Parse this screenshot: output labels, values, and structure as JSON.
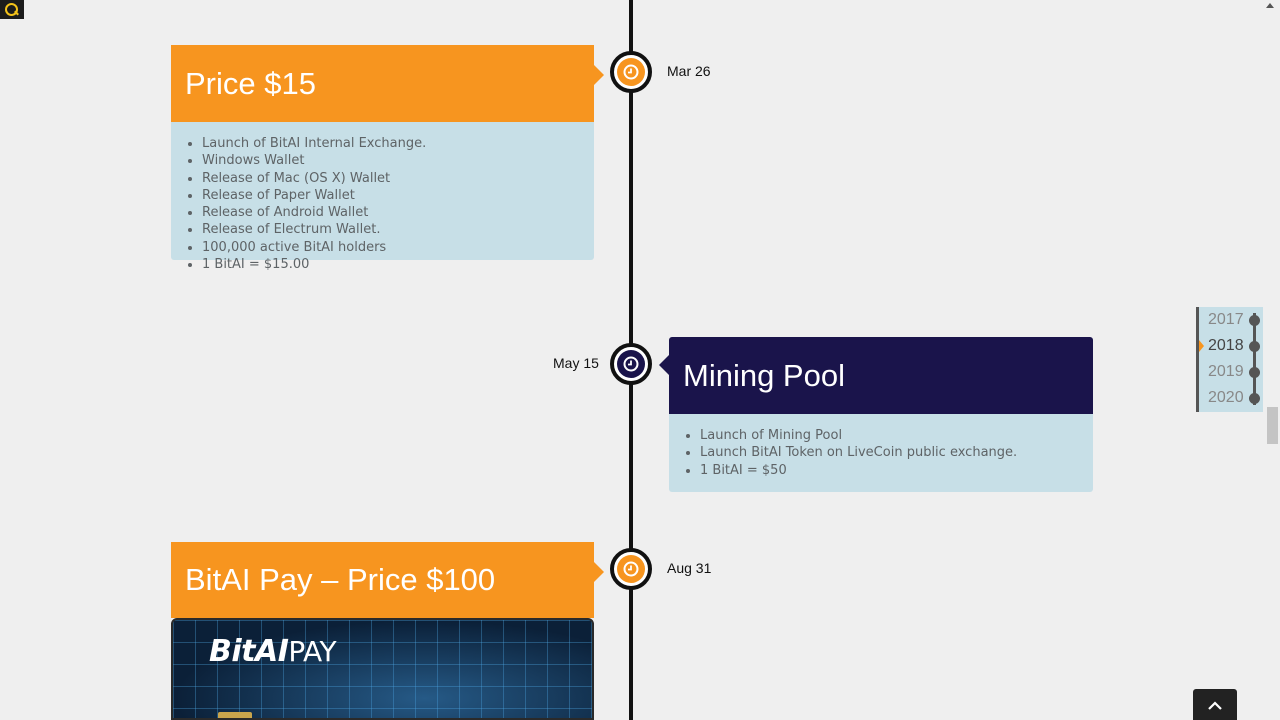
{
  "timeline": {
    "events": [
      {
        "date": "Mar 26",
        "title": "Price $15",
        "color": "#f7951f",
        "items": [
          "Launch of BitAI Internal Exchange.",
          "Windows Wallet",
          "Release of Mac (OS X) Wallet",
          "Release of Paper Wallet",
          "Release of Android Wallet",
          "Release of Electrum Wallet.",
          "100,000 active BitAI holders",
          "1 BitAI = $15.00"
        ]
      },
      {
        "date": "May 15",
        "title": "Mining Pool",
        "color": "#1a144b",
        "items": [
          "Launch of Mining Pool",
          "Launch BitAI Token on LiveCoin public exchange.",
          "1 BitAI = $50"
        ]
      },
      {
        "date": "Aug 31",
        "title": "BitAI Pay – Price $100",
        "color": "#f7951f",
        "image_logo": "BitAI",
        "image_logo_suffix": "PAY"
      }
    ]
  },
  "year_nav": {
    "years": [
      "2017",
      "2018",
      "2019",
      "2020"
    ],
    "active": "2018"
  },
  "icons": {
    "event": "clock-icon",
    "scroll_top": "chevron-up-icon",
    "corner": "search-icon"
  },
  "colors": {
    "accent": "#f7951f",
    "navy": "#1a144b",
    "card_body": "#c7dfe7",
    "page_bg": "#efefef"
  }
}
